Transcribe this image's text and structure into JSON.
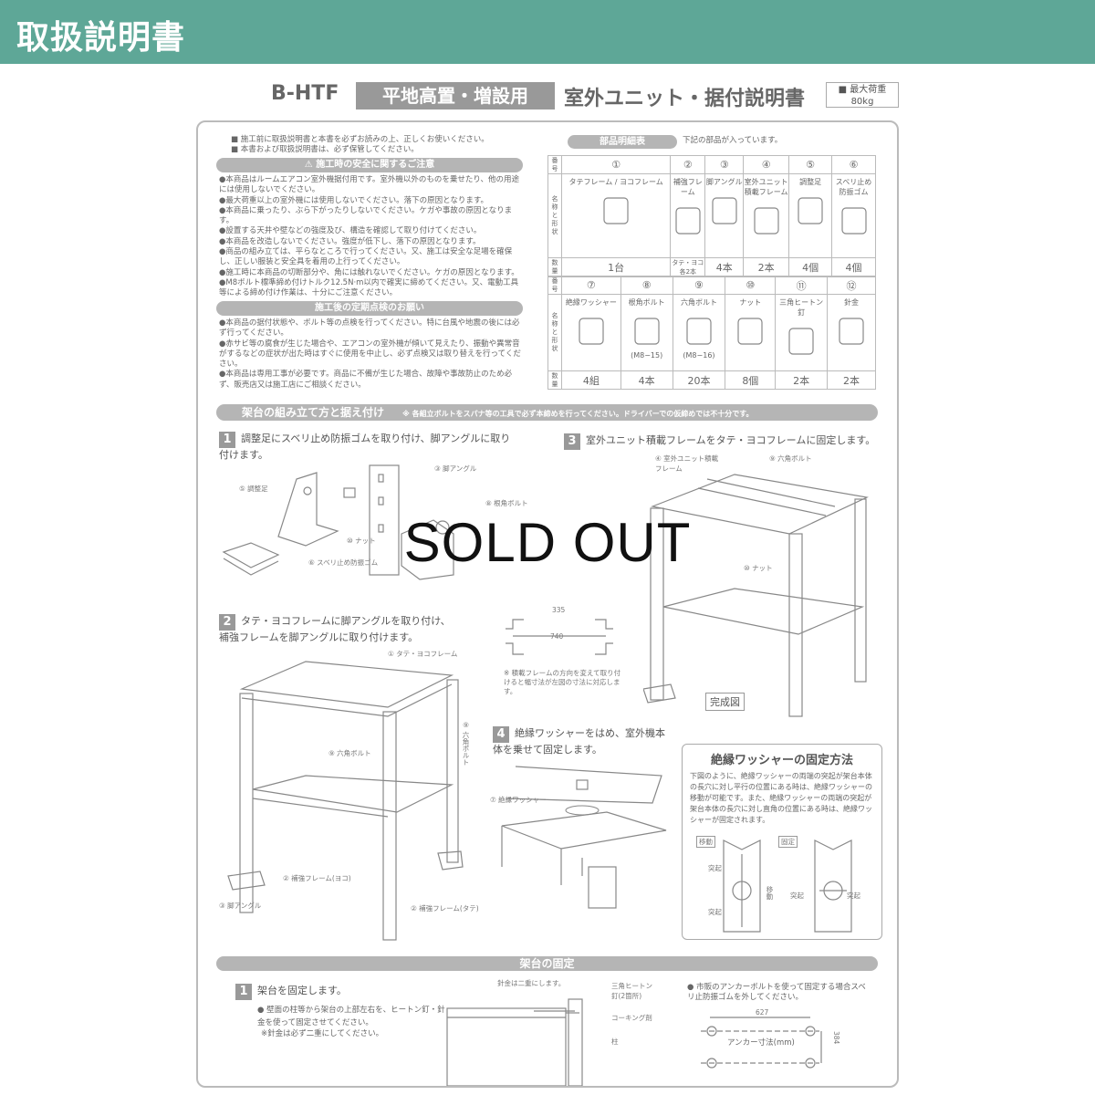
{
  "banner": {
    "title": "取扱説明書",
    "color": "#5ea797"
  },
  "header": {
    "model": "B-HTF",
    "series": "平地高置・増設用",
    "title": "室外ユニット・据付説明書",
    "max_load_label": "■ 最大荷重",
    "max_load_value": "80kg"
  },
  "notices": [
    "■ 施工前に取扱説明書と本書を必ずお読みの上、正しくお使いください。",
    "■ 本書および取扱説明書は、必ず保管してください。"
  ],
  "safety": {
    "title": "⚠ 施工時の安全に関するご注意",
    "items": [
      "●本商品はルームエアコン室外機据付用です。室外機以外のものを乗せたり、他の用途には使用しないでください。",
      "●最大荷重以上の室外機には使用しないでください。落下の原因となります。",
      "●本商品に乗ったり、ぶら下がったりしないでください。ケガや事故の原因となります。",
      "●設置する天井や壁などの強度及び、構造を確認して取り付けてください。",
      "●本商品を改造しないでください。強度が低下し、落下の原因となります。",
      "●商品の組み立ては、平らなところで行ってください。又、施工は安全な足場を確保し、正しい服装と安全具を着用の上行ってください。",
      "●施工時に本商品の切断部分や、角には触れないでください。ケガの原因となります。",
      "●M8ボルト標準締め付けトルク12.5N·m以内で確実に締めてください。又、電動工具等による締め付け作業は、十分にご注意ください。"
    ]
  },
  "inspection": {
    "title": "施工後の定期点検のお願い",
    "items": [
      "●本商品の据付状態や、ボルト等の点検を行ってください。特に台風や地震の後には必ず行ってください。",
      "●赤サビ等の腐食が生じた場合や、エアコンの室外機が傾いて見えたり、振動や異常音がするなどの症状が出た時はすぐに使用を中止し、必ず点検又は取り替えを行ってください。",
      "●本商品は専用工事が必要です。商品に不備が生じた場合、故障や事故防止のため必ず、販売店又は施工店にご相談ください。"
    ]
  },
  "parts": {
    "title": "部品明細表",
    "subtitle": "下記の部品が入っています。",
    "row_labels": {
      "number": "番号",
      "name": "名称と形状",
      "qty": "数量"
    },
    "row1": [
      {
        "no": "①",
        "name": "タテフレーム / ヨコフレーム",
        "qty": "1台"
      },
      {
        "no": "②",
        "name": "補強フレーム",
        "qty": "タテ・ヨコ各2本"
      },
      {
        "no": "③",
        "name": "脚アングル",
        "qty": "4本"
      },
      {
        "no": "④",
        "name": "室外ユニット積載フレーム",
        "qty": "2本"
      },
      {
        "no": "⑤",
        "name": "調整足",
        "qty": "4個"
      },
      {
        "no": "⑥",
        "name": "スベリ止め防振ゴム",
        "qty": "4個"
      }
    ],
    "row2": [
      {
        "no": "⑦",
        "name": "絶縁ワッシャー",
        "spec": "",
        "qty": "4組"
      },
      {
        "no": "⑧",
        "name": "根角ボルト",
        "spec": "(M8−15)",
        "qty": "4本"
      },
      {
        "no": "⑨",
        "name": "六角ボルト",
        "spec": "(M8−16)",
        "qty": "20本"
      },
      {
        "no": "⑩",
        "name": "ナット",
        "spec": "",
        "qty": "8個"
      },
      {
        "no": "⑪",
        "name": "三角ヒートン釘",
        "spec": "",
        "qty": "2本"
      },
      {
        "no": "⑫",
        "name": "針金",
        "spec": "",
        "qty": "2本"
      }
    ]
  },
  "assembly": {
    "title": "架台の組み立て方と据え付け",
    "note": "※ 各組立ボルトをスパナ等の工具で必ず本締めを行ってください。ドライバーでの仮締めでは不十分です。",
    "step1": {
      "num": "1",
      "text": "調整足にスベリ止め防振ゴムを取り付け、脚アングルに取り付けます。",
      "labels": [
        "⑤ 調整足",
        "⑥ スベリ止め防振ゴム",
        "⑩ ナット",
        "③ 脚アングル",
        "⑧ 根角ボルト"
      ]
    },
    "step2": {
      "num": "2",
      "text": "タテ・ヨコフレームに脚アングルを取り付け、補強フレームを脚アングルに取り付けます。",
      "labels": [
        "① タテ・ヨコフレーム",
        "⑨ 六角ボルト",
        "⑨ 六角ボルト",
        "② 補強フレーム(ヨコ)",
        "② 補強フレーム(タテ)",
        "③ 脚アングル"
      ]
    },
    "step3": {
      "num": "3",
      "text": "室外ユニット積載フレームをタテ・ヨコフレームに固定します。",
      "labels": [
        "④ 室外ユニット積載フレーム",
        "⑨ 六角ボルト",
        "⑩ ナット"
      ],
      "complete": "完成図"
    },
    "step4": {
      "num": "4",
      "text": "絶縁ワッシャーをはめ、室外機本体を乗せて固定します。",
      "labels": [
        "⑦ 絶縁ワッシャー"
      ]
    },
    "dimensions": {
      "a": "335",
      "b": "740",
      "note": "※ 積載フレームの方向を変えて取り付けると幅寸法が左図の寸法に対応します。"
    }
  },
  "washer_box": {
    "title": "絶縁ワッシャーの固定方法",
    "text": "下図のように、絶縁ワッシャーの両端の突起が架台本体の長穴に対し平行の位置にある時は、絶縁ワッシャーの移動が可能です。また、絶縁ワッシャーの両端の突起が架台本体の長穴に対し直角の位置にある時は、絶縁ワッシャーが固定されます。",
    "move": "移動",
    "fixed": "固定",
    "protrusion": "突起",
    "direction": "移動"
  },
  "fixing": {
    "title": "架台の固定",
    "step": {
      "num": "1",
      "text": "架台を固定します。",
      "items": [
        "● 壁面の柱等から架台の上部左右を、ヒートン釘・針金を使って固定させてください。",
        "※針金は必ず二重にしてください。"
      ]
    },
    "labels": [
      "針金は二重にします。",
      "三角ヒートン釘(2箇所)",
      "コーキング剤",
      "柱"
    ],
    "anchor": {
      "text": "● 市販のアンカーボルトを使って固定する場合スベリ止防振ゴムを外してください。",
      "width": "627",
      "depth": "384",
      "caption": "アンカー寸法(mm)"
    }
  },
  "overlay": {
    "text": "SOLD OUT"
  }
}
